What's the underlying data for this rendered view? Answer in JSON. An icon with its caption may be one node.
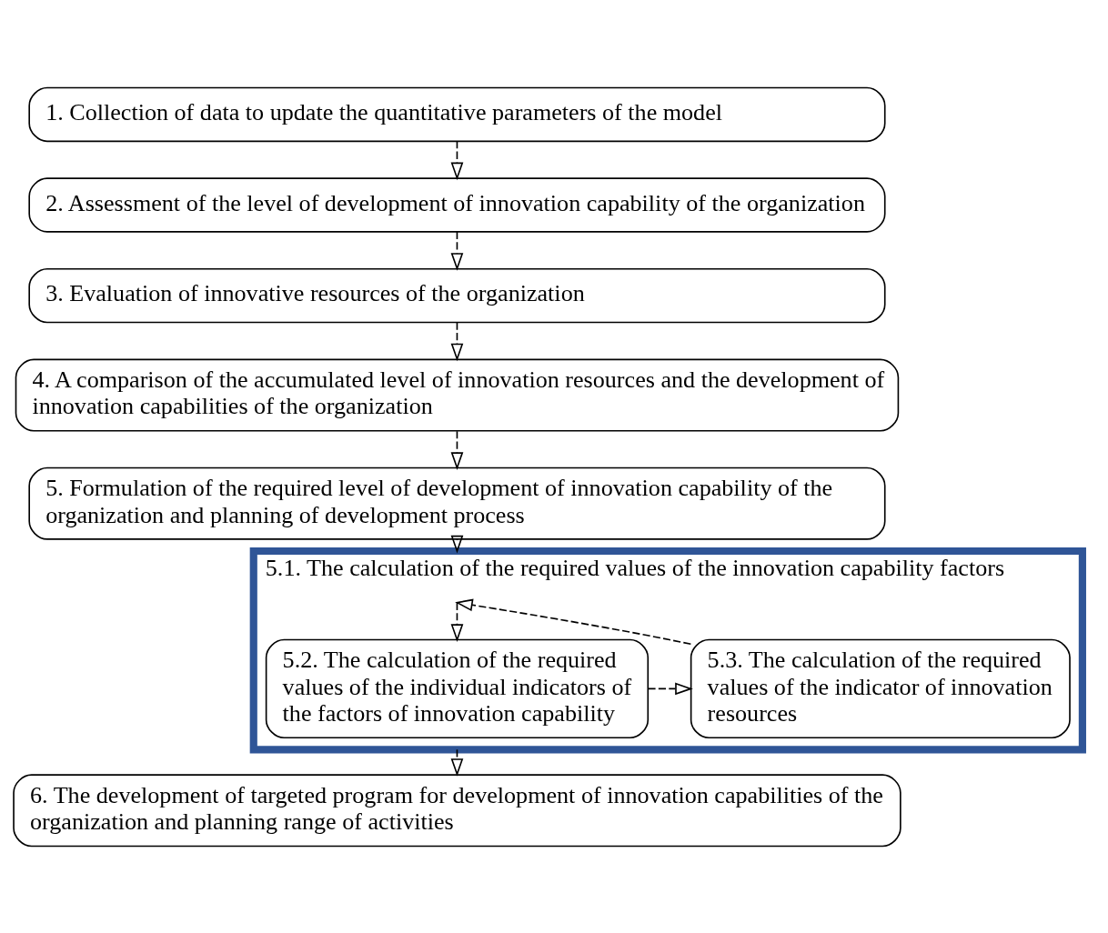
{
  "diagram": {
    "nodes": [
      {
        "text": [
          "1. Collection of data to update the quantitative parameters of the model"
        ]
      },
      {
        "text": [
          "2. Assessment of the level of development of innovation capability of the organization"
        ]
      },
      {
        "text": [
          "3. Evaluation of innovative resources of the organization"
        ]
      },
      {
        "text": [
          "4. A comparison of the accumulated level of innovation resources and the development of innovation capabilities of the organization"
        ]
      },
      {
        "text": [
          "5. Formulation of the required level of development of innovation capability of the organization and planning of development process"
        ]
      },
      {
        "text": [
          "5.1. The calculation of the required values of the innovation capability factors"
        ]
      },
      {
        "text": [
          "5.2. The calculation of the required values of the individual indicators of the factors of innovation capability"
        ],
        "in": 5
      },
      {
        "text": [
          "5.3. The calculation of the required values of the indicator of innovation resources"
        ],
        "in": 5
      },
      {
        "text": [
          "6. The development of targeted program for development of innovation capabilities of the organization and planning range of activities"
        ]
      }
    ],
    "edges": [
      {
        "from": 0,
        "to": 1,
        "arrow": "to",
        "style": "dashed"
      },
      {
        "from": 1,
        "to": 2,
        "arrow": "to",
        "style": "dashed"
      },
      {
        "from": 2,
        "to": 3,
        "arrow": "to",
        "style": "dashed"
      },
      {
        "from": 3,
        "to": 4,
        "arrow": "to",
        "style": "dashed"
      },
      {
        "from": 4,
        "to": 5,
        "arrow": "to",
        "style": "dashed"
      },
      {
        "from": 5,
        "to": 6,
        "arrow": "to",
        "style": "dashed"
      },
      {
        "from": 6,
        "to": 7,
        "arrow": "to",
        "style": "dashed"
      },
      {
        "from": 7,
        "to": 5,
        "arrow": "to",
        "style": "dashed"
      },
      {
        "from": 5,
        "to": 8,
        "arrow": "to",
        "style": "dashed"
      }
    ]
  }
}
